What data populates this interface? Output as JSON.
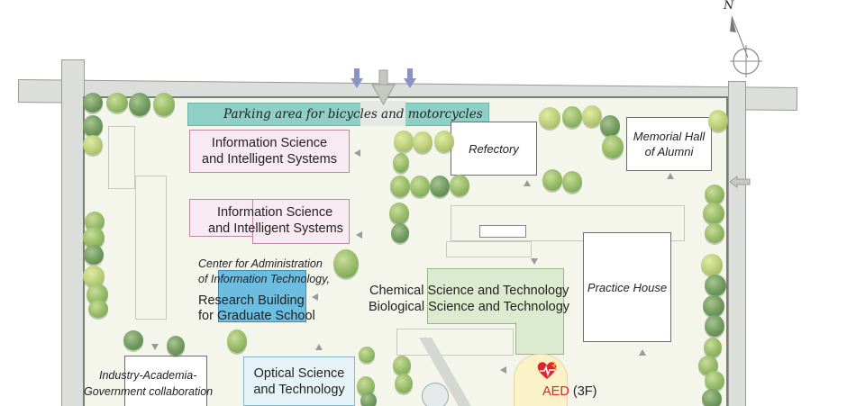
{
  "map": {
    "compass": {
      "north_label": "N"
    },
    "parking": {
      "label": "Parking area for bicycles and motorcycles"
    },
    "buildings": {
      "info_sci_1": {
        "line1": "Information Science",
        "line2": "and Intelligent Systems"
      },
      "info_sci_2": {
        "line1": "Information Science",
        "line2": "and Intelligent Systems"
      },
      "refectory": {
        "label": "Refectory"
      },
      "memorial_hall": {
        "line1": "Memorial Hall",
        "line2": "of Alumni"
      },
      "center_admin": {
        "line1": "Center for Administration",
        "line2": "of Information Technology,"
      },
      "research_building": {
        "line1": "Research Building",
        "line2": "for Graduate School"
      },
      "chem_bio": {
        "line1": "Chemical Science and Technology",
        "line2": "Biological Science and Technology"
      },
      "practice_house": {
        "label": "Practice House"
      },
      "industry": {
        "line1": "Industry-Academia-",
        "line2": "Government collaboration"
      },
      "optical": {
        "line1": "Optical Science",
        "line2": "and Technology"
      }
    },
    "aed": {
      "label": "AED",
      "floor": "(3F)",
      "color": "#e0242c"
    },
    "colors": {
      "entrance_arrow": "#8a93c8",
      "tree_green": "#8fb463",
      "building_pink": "#f8eaf2",
      "building_blue": "#6cbde0",
      "building_green": "#dcebd0",
      "aed_zone": "#fbf2c8"
    }
  }
}
